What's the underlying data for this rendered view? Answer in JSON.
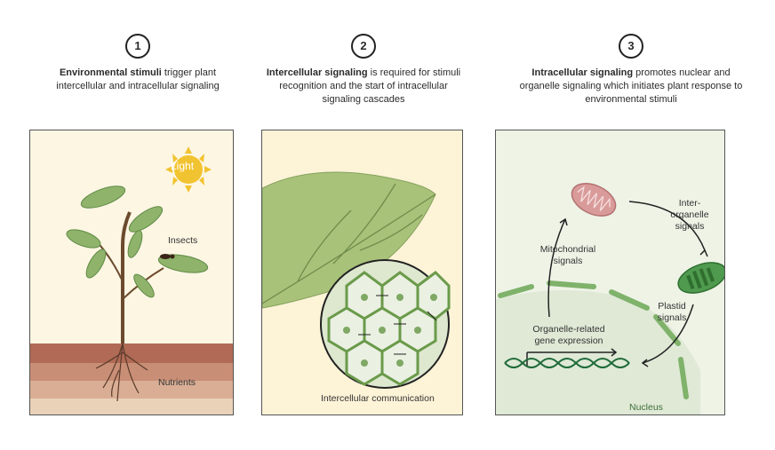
{
  "steps": [
    {
      "number": "1",
      "bold": "Environmental stimuli",
      "rest": " trigger plant intercellular and intracellular signaling"
    },
    {
      "number": "2",
      "bold": "Intercellular signaling",
      "rest": " is required for stimuli recognition and the start of intracellular signaling cascades"
    },
    {
      "number": "3",
      "bold": "Intracellular signaling",
      "rest": " promotes nuclear and organelle signaling which initiates plant response to environmental stimuli"
    }
  ],
  "panel1": {
    "light": "Light",
    "insects": "Insects",
    "nutrients": "Nutrients"
  },
  "panel2": {
    "communication": "Intercellular communication"
  },
  "panel3": {
    "inter_organelle": "Inter-organelle signals",
    "mitochondrial": "Mitochondrial signals",
    "plastid": "Plastid signals",
    "gene_expression": "Organelle-related gene expression",
    "nucleus": "Nucleus"
  },
  "colors": {
    "panel1_bg": "#fdf6e3",
    "panel2_bg": "#fdf3d7",
    "panel3_bg": "#eef3e6",
    "leaf": "#8fb36a",
    "cell_wall": "#6a9a4a"
  }
}
